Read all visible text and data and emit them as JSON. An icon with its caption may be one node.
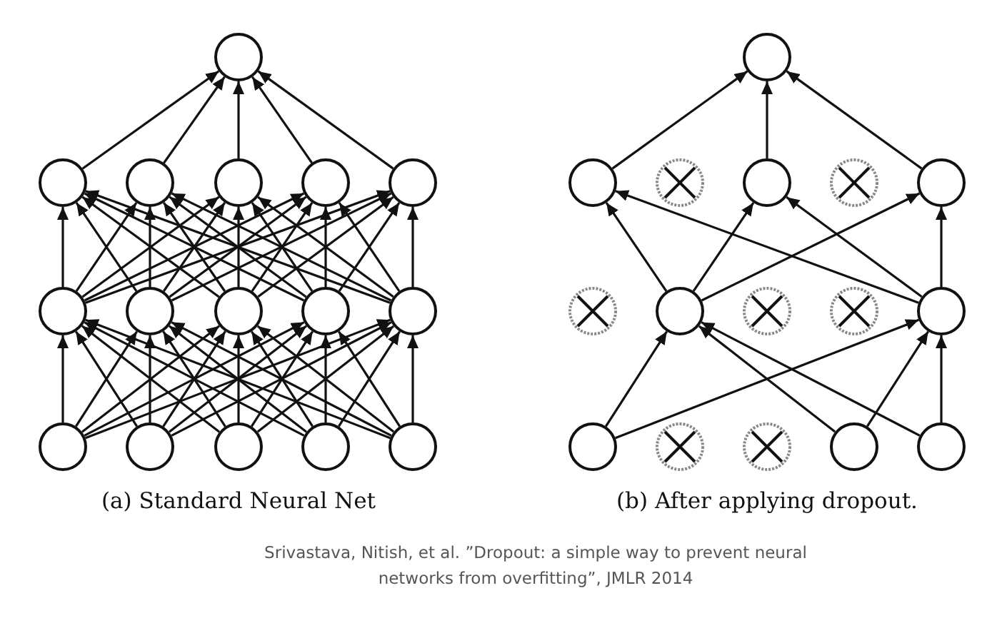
{
  "diagram": {
    "caption": "Srivastava, Nitish, et al. ”Dropout: a simple way to prevent neural networks from overfitting”, JMLR 2014",
    "nodes": [
      {
        "text": [],
        "shape": "circle"
      },
      {
        "text": [],
        "shape": "circle"
      },
      {
        "text": [],
        "shape": "circle"
      },
      {
        "text": [],
        "shape": "circle"
      },
      {
        "text": [],
        "shape": "circle"
      },
      {
        "text": [],
        "shape": "circle"
      },
      {
        "text": [],
        "shape": "circle"
      },
      {
        "text": [],
        "shape": "circle"
      },
      {
        "text": [],
        "shape": "circle"
      },
      {
        "text": [],
        "shape": "circle"
      },
      {
        "text": [],
        "shape": "circle"
      },
      {
        "text": [],
        "shape": "circle"
      },
      {
        "text": [],
        "shape": "circle"
      },
      {
        "text": [],
        "shape": "circle"
      },
      {
        "text": [],
        "shape": "circle"
      },
      {
        "text": [],
        "shape": "circle"
      },
      {
        "text": [],
        "shape": "circle"
      },
      {
        "text": [],
        "shape": "circle"
      },
      {
        "text": [],
        "shape": "crossed"
      },
      {
        "text": [],
        "shape": "circle"
      },
      {
        "text": [],
        "shape": "crossed"
      },
      {
        "text": [],
        "shape": "circle"
      },
      {
        "text": [],
        "shape": "crossed"
      },
      {
        "text": [],
        "shape": "circle"
      },
      {
        "text": [],
        "shape": "crossed"
      },
      {
        "text": [],
        "shape": "crossed"
      },
      {
        "text": [],
        "shape": "circle"
      },
      {
        "text": [],
        "shape": "circle"
      },
      {
        "text": [],
        "shape": "crossed"
      },
      {
        "text": [],
        "shape": "crossed"
      },
      {
        "text": [],
        "shape": "circle"
      },
      {
        "text": [],
        "shape": "circle"
      }
    ],
    "edges": [
      {
        "from": 11,
        "to": 6,
        "arrow": "to"
      },
      {
        "from": 11,
        "to": 7,
        "arrow": "to"
      },
      {
        "from": 11,
        "to": 8,
        "arrow": "to"
      },
      {
        "from": 11,
        "to": 9,
        "arrow": "to"
      },
      {
        "from": 11,
        "to": 10,
        "arrow": "to"
      },
      {
        "from": 12,
        "to": 6,
        "arrow": "to"
      },
      {
        "from": 12,
        "to": 7,
        "arrow": "to"
      },
      {
        "from": 12,
        "to": 8,
        "arrow": "to"
      },
      {
        "from": 12,
        "to": 9,
        "arrow": "to"
      },
      {
        "from": 12,
        "to": 10,
        "arrow": "to"
      },
      {
        "from": 13,
        "to": 6,
        "arrow": "to"
      },
      {
        "from": 13,
        "to": 7,
        "arrow": "to"
      },
      {
        "from": 13,
        "to": 8,
        "arrow": "to"
      },
      {
        "from": 13,
        "to": 9,
        "arrow": "to"
      },
      {
        "from": 13,
        "to": 10,
        "arrow": "to"
      },
      {
        "from": 14,
        "to": 6,
        "arrow": "to"
      },
      {
        "from": 14,
        "to": 7,
        "arrow": "to"
      },
      {
        "from": 14,
        "to": 8,
        "arrow": "to"
      },
      {
        "from": 14,
        "to": 9,
        "arrow": "to"
      },
      {
        "from": 14,
        "to": 10,
        "arrow": "to"
      },
      {
        "from": 15,
        "to": 6,
        "arrow": "to"
      },
      {
        "from": 15,
        "to": 7,
        "arrow": "to"
      },
      {
        "from": 15,
        "to": 8,
        "arrow": "to"
      },
      {
        "from": 15,
        "to": 9,
        "arrow": "to"
      },
      {
        "from": 15,
        "to": 10,
        "arrow": "to"
      },
      {
        "from": 6,
        "to": 1,
        "arrow": "to"
      },
      {
        "from": 6,
        "to": 2,
        "arrow": "to"
      },
      {
        "from": 6,
        "to": 3,
        "arrow": "to"
      },
      {
        "from": 6,
        "to": 4,
        "arrow": "to"
      },
      {
        "from": 6,
        "to": 5,
        "arrow": "to"
      },
      {
        "from": 7,
        "to": 1,
        "arrow": "to"
      },
      {
        "from": 7,
        "to": 2,
        "arrow": "to"
      },
      {
        "from": 7,
        "to": 3,
        "arrow": "to"
      },
      {
        "from": 7,
        "to": 4,
        "arrow": "to"
      },
      {
        "from": 7,
        "to": 5,
        "arrow": "to"
      },
      {
        "from": 8,
        "to": 1,
        "arrow": "to"
      },
      {
        "from": 8,
        "to": 2,
        "arrow": "to"
      },
      {
        "from": 8,
        "to": 3,
        "arrow": "to"
      },
      {
        "from": 8,
        "to": 4,
        "arrow": "to"
      },
      {
        "from": 8,
        "to": 5,
        "arrow": "to"
      },
      {
        "from": 9,
        "to": 1,
        "arrow": "to"
      },
      {
        "from": 9,
        "to": 2,
        "arrow": "to"
      },
      {
        "from": 9,
        "to": 3,
        "arrow": "to"
      },
      {
        "from": 9,
        "to": 4,
        "arrow": "to"
      },
      {
        "from": 9,
        "to": 5,
        "arrow": "to"
      },
      {
        "from": 10,
        "to": 1,
        "arrow": "to"
      },
      {
        "from": 10,
        "to": 2,
        "arrow": "to"
      },
      {
        "from": 10,
        "to": 3,
        "arrow": "to"
      },
      {
        "from": 10,
        "to": 4,
        "arrow": "to"
      },
      {
        "from": 10,
        "to": 5,
        "arrow": "to"
      },
      {
        "from": 1,
        "to": 0,
        "arrow": "to"
      },
      {
        "from": 2,
        "to": 0,
        "arrow": "to"
      },
      {
        "from": 3,
        "to": 0,
        "arrow": "to"
      },
      {
        "from": 4,
        "to": 0,
        "arrow": "to"
      },
      {
        "from": 5,
        "to": 0,
        "arrow": "to"
      },
      {
        "from": 27,
        "to": 23,
        "arrow": "to"
      },
      {
        "from": 27,
        "to": 26,
        "arrow": "to"
      },
      {
        "from": 30,
        "to": 23,
        "arrow": "to"
      },
      {
        "from": 30,
        "to": 26,
        "arrow": "to"
      },
      {
        "from": 31,
        "to": 23,
        "arrow": "to"
      },
      {
        "from": 31,
        "to": 26,
        "arrow": "to"
      },
      {
        "from": 23,
        "to": 17,
        "arrow": "to"
      },
      {
        "from": 23,
        "to": 19,
        "arrow": "to"
      },
      {
        "from": 23,
        "to": 21,
        "arrow": "to"
      },
      {
        "from": 26,
        "to": 17,
        "arrow": "to"
      },
      {
        "from": 26,
        "to": 19,
        "arrow": "to"
      },
      {
        "from": 26,
        "to": 21,
        "arrow": "to"
      },
      {
        "from": 17,
        "to": 16,
        "arrow": "to"
      },
      {
        "from": 19,
        "to": 16,
        "arrow": "to"
      },
      {
        "from": 21,
        "to": 16,
        "arrow": "to"
      }
    ],
    "labels": [
      "(a) Standard Neural Net",
      "(b) After applying dropout."
    ]
  }
}
